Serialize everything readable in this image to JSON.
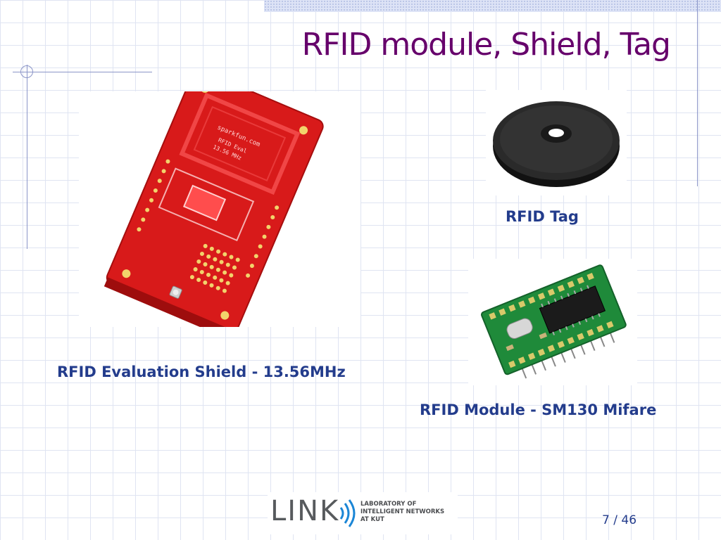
{
  "slide": {
    "title": "RFID module, Shield, Tag",
    "captions": {
      "tag": "RFID Tag",
      "shield": "RFID Evaluation Shield - 13.56MHz",
      "module": "RFID Module - SM130 Mifare"
    },
    "board_text": {
      "brand": "sparkfun.com",
      "eval": "RFID Eval",
      "freq": "13.56 MHz"
    },
    "logo": {
      "word": "LINK",
      "tagline": "LABORATORY OF\nINTELLIGENT NETWORKS\nAT KUT"
    },
    "page": {
      "current": "7",
      "separator": "/",
      "total": "46"
    }
  },
  "colors": {
    "title": "#66006b",
    "caption": "#233c8c",
    "grid": "#dfe4f2",
    "accent_lines": "#8b95c8",
    "pcb_red": "#d81a1a",
    "pcb_green": "#1f8a3a",
    "logo_blue": "#1b86d6"
  }
}
